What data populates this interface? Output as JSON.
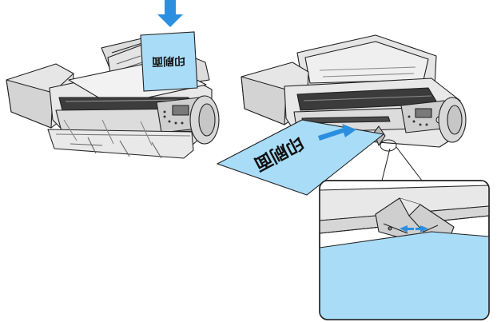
{
  "diagram": {
    "paper_label": "印刷面",
    "colors": {
      "paper": "#a9dcf6",
      "arrow": "#2b8fe0",
      "outline": "#222222",
      "body": "#e6e6e6",
      "shade": "#c9c9c9",
      "dark": "#444444",
      "panel": "#8a8a8a"
    },
    "panels": [
      {
        "name": "top-feed",
        "arrow_direction": "down"
      },
      {
        "name": "front-feed",
        "arrow_direction": "up-right"
      },
      {
        "name": "detail-zoom",
        "arrow_direction": "left-right"
      }
    ]
  }
}
